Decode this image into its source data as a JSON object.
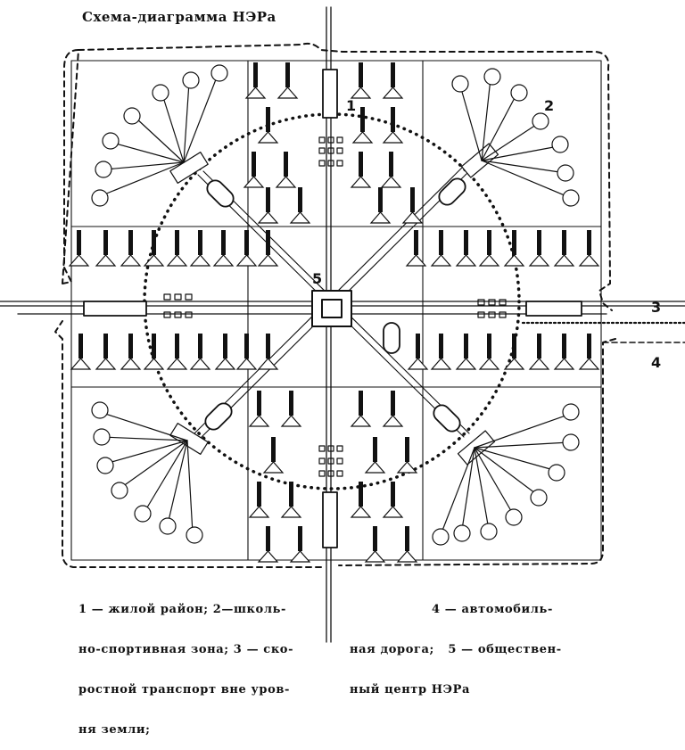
{
  "title": "Схема-диаграмма НЭРа",
  "markers": {
    "m1": "1",
    "m2": "2",
    "m3": "3",
    "m4": "4",
    "m5": "5"
  },
  "legend": {
    "left": [
      "1 — жилой район; 2—школь-",
      "но-спортивная зона; 3 — ско-",
      "ростной транспорт вне уров-",
      "ня земли;"
    ],
    "right": [
      "4 — автомобиль-",
      "ная дорога;   5 — обществен-",
      "ный центр НЭРа"
    ]
  },
  "colors": {
    "ink": "#111111",
    "paper": "#ffffff"
  }
}
